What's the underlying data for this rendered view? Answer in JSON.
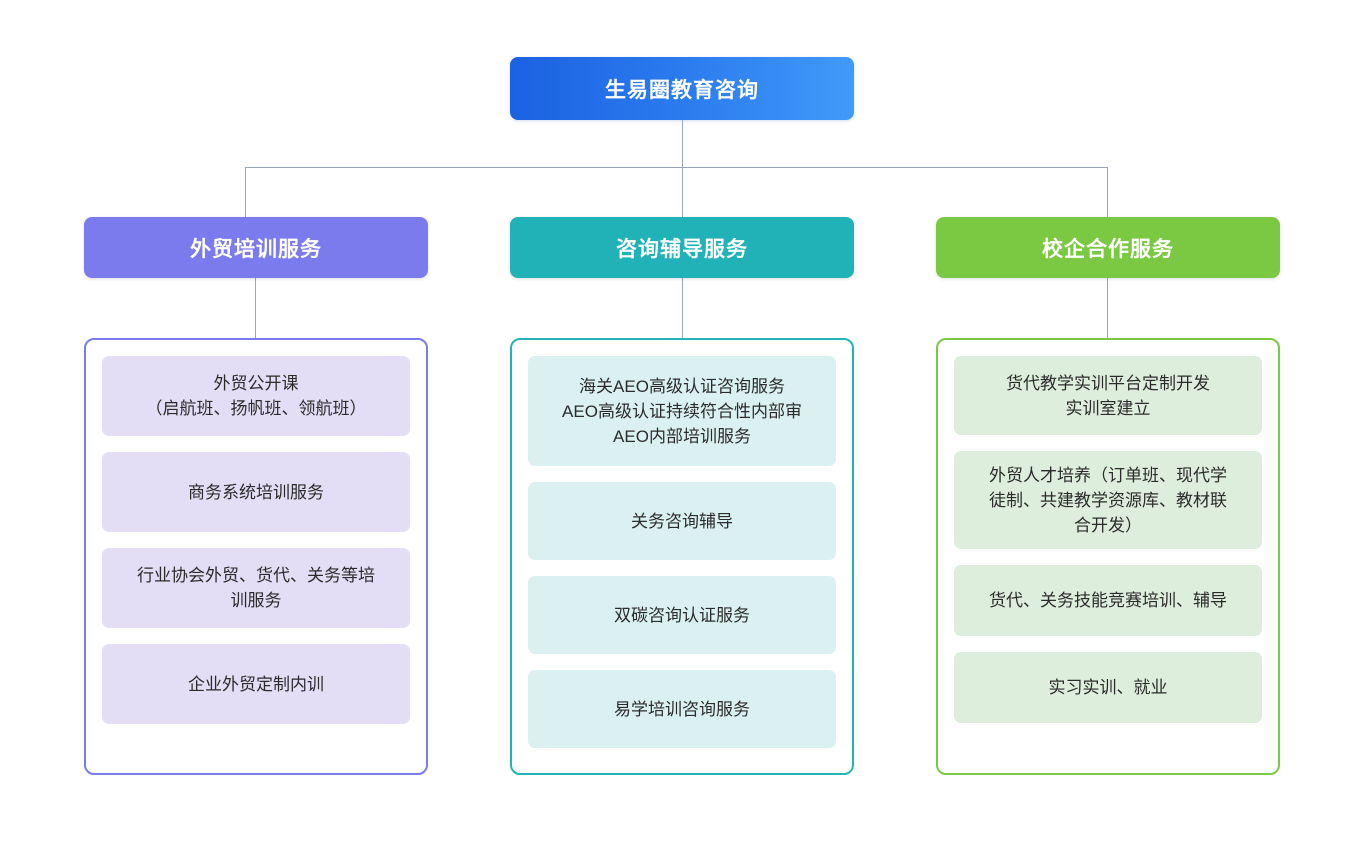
{
  "diagram": {
    "type": "organization-chart",
    "root": {
      "label": "生易圈教育咨询",
      "color_left": "#1b62e2",
      "color_right": "#419af9",
      "text_color": "#ffffff"
    },
    "connector_color": "#9aa7b8",
    "branches": [
      {
        "label": "外贸培训服务",
        "accent": "#7b7bee",
        "item_fill": "#e3def5",
        "items": [
          {
            "label": "外贸公开课\n（启航班、扬帆班、领航班）"
          },
          {
            "label": "商务系统培训服务"
          },
          {
            "label": "行业协会外贸、货代、关务等培\n训服务"
          },
          {
            "label": "企业外贸定制内训"
          }
        ]
      },
      {
        "label": "咨询辅导服务",
        "accent": "#22b5b6",
        "item_fill": "#dbf1f1",
        "items": [
          {
            "label": "海关AEO高级认证咨询服务\nAEO高级认证持续符合性内部审\nAEO内部培训服务"
          },
          {
            "label": "关务咨询辅导"
          },
          {
            "label": "双碳咨询认证服务"
          },
          {
            "label": "易学培训咨询服务"
          }
        ]
      },
      {
        "label": "校企合作服务",
        "accent": "#7bc943",
        "item_fill": "#ddeedc",
        "items": [
          {
            "label": "货代教学实训平台定制开发\n实训室建立"
          },
          {
            "label": "外贸人才培养（订单班、现代学\n徒制、共建教学资源库、教材联\n合开发）"
          },
          {
            "label": "货代、关务技能竞赛培训、辅导"
          },
          {
            "label": "实习实训、就业"
          }
        ]
      }
    ]
  }
}
